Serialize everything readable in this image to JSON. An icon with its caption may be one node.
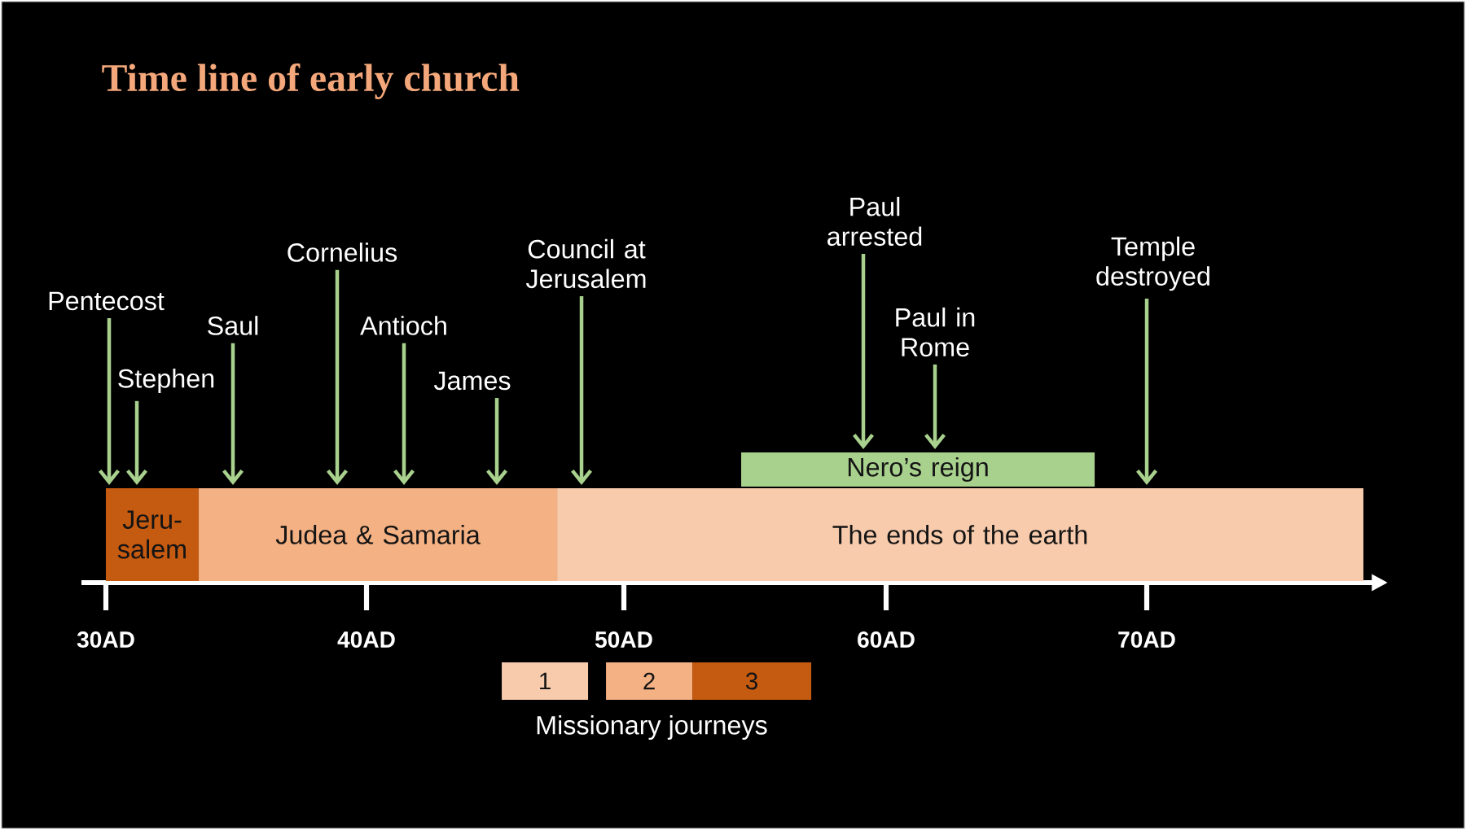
{
  "diagram": {
    "title": "Time line of early church",
    "nodes": [
      {
        "text": [
          "Jeru- salem"
        ]
      },
      {
        "text": [
          "Judea & Samaria"
        ]
      },
      {
        "text": [
          "The ends of the earth"
        ]
      },
      {
        "text": [
          "Nero’s reign"
        ]
      },
      {
        "text": [
          "1"
        ]
      },
      {
        "text": [
          "2"
        ]
      },
      {
        "text": [
          "3"
        ]
      },
      {
        "text": [
          "Pentecost"
        ]
      },
      {
        "text": [
          "Stephen"
        ]
      },
      {
        "text": [
          "Saul"
        ]
      },
      {
        "text": [
          "Cornelius"
        ]
      },
      {
        "text": [
          "Antioch"
        ]
      },
      {
        "text": [
          "James"
        ]
      },
      {
        "text": [
          "Council at Jerusalem"
        ]
      },
      {
        "text": [
          "Paul arrested"
        ]
      },
      {
        "text": [
          "Paul in Rome"
        ]
      },
      {
        "text": [
          "Temple destroyed"
        ]
      }
    ],
    "edges": [
      {
        "from": 7,
        "to": 0,
        "arrow": "to"
      },
      {
        "from": 8,
        "to": 0,
        "arrow": "to"
      },
      {
        "from": 9,
        "to": 1,
        "arrow": "to"
      },
      {
        "from": 10,
        "to": 1,
        "arrow": "to"
      },
      {
        "from": 11,
        "to": 1,
        "arrow": "to"
      },
      {
        "from": 12,
        "to": 1,
        "arrow": "to"
      },
      {
        "from": 13,
        "to": 2,
        "arrow": "to"
      },
      {
        "from": 14,
        "to": 3,
        "arrow": "to"
      },
      {
        "from": 15,
        "to": 3,
        "arrow": "to"
      },
      {
        "from": 16,
        "to": 2,
        "arrow": "to"
      }
    ],
    "labels": [
      "30AD",
      "40AD",
      "50AD",
      "60AD",
      "70AD",
      "Missionary journeys"
    ]
  }
}
